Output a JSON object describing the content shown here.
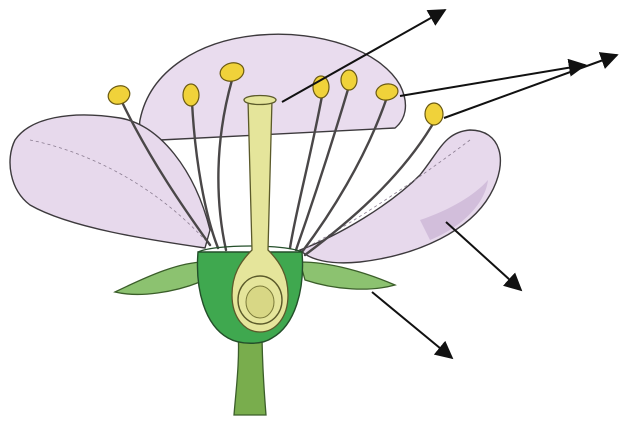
{
  "diagram": {
    "subject": "flower-longitudinal-section",
    "labels": [],
    "colors": {
      "background": "#ffffff",
      "petal_fill": "#e7d9ec",
      "petal_shadow": "#d4c0dc",
      "outline": "#3d3a3d",
      "filament": "#4a4748",
      "anther": "#f0d23a",
      "anther_outline": "#6b5a12",
      "pistil": "#e5e59b",
      "receptacle": "#3fa84f",
      "receptacle_light": "#8fd07a",
      "sepal": "#8cc270",
      "stem": "#79ad4d",
      "arrow": "#111111"
    },
    "arrows": [
      {
        "points_to": "stigma"
      },
      {
        "points_to": "anthers"
      },
      {
        "points_to": "anthers"
      },
      {
        "points_to": "petal"
      },
      {
        "points_to": "sepal"
      }
    ]
  }
}
